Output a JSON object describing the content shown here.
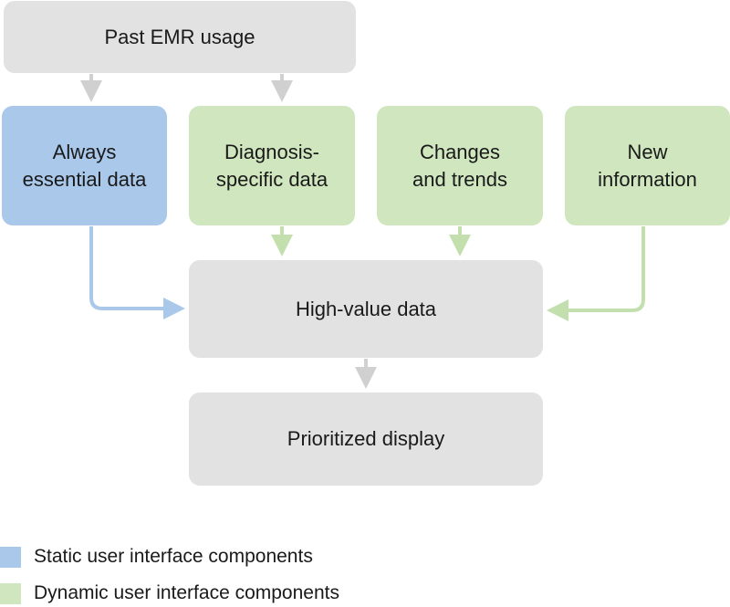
{
  "nodes": {
    "past": "Past EMR usage",
    "always": "Always\nessential data",
    "diagnosis": "Diagnosis-\nspecific data",
    "changes": "Changes\nand trends",
    "new_info": "New\ninformation",
    "high_value": "High-value data",
    "prioritized": "Prioritized display"
  },
  "legend": {
    "static_label": "Static user interface components",
    "dynamic_label": "Dynamic user interface components"
  },
  "colors": {
    "static": "#a9c8ea",
    "dynamic": "#cfe6bf",
    "neutral": "#e2e2e2",
    "arrow_gray": "#d0d0d0",
    "arrow_blue": "#a9c8ea",
    "arrow_green": "#c3dfae"
  }
}
